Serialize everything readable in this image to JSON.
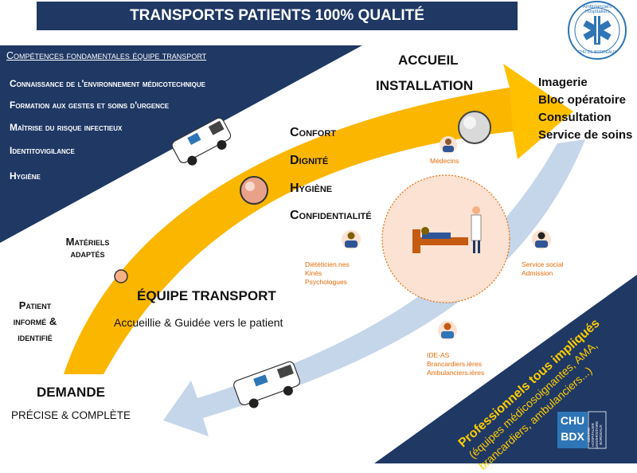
{
  "banner": {
    "title": "TRANSPORTS PATIENTS 100% QUALITÉ"
  },
  "competences": {
    "title": "Compétences fondamentales équipe transport",
    "items": [
      "Connaissance de l'environnement médicotechnique",
      "Formation aux gestes et soins d'urgence",
      "Maîtrise du risque infectieux",
      "Identitovigilance",
      "Hygiène"
    ]
  },
  "stages": {
    "accueil": "ACCUEIL",
    "installation": "INSTALLATION",
    "equipe": "ÉQUIPE TRANSPORT",
    "equipe_sub": "Accueillie & Guidée vers le patient",
    "demande": "DEMANDE",
    "demande_sub": "PRÉCISE & COMPLÈTE"
  },
  "values": [
    "Confort",
    "Dignité",
    "Hygiène",
    "Confidentialité"
  ],
  "destinations": [
    "Imagerie",
    "Bloc opératoire",
    "Consultation",
    "Service de soins"
  ],
  "left_labels": {
    "materiels": [
      "Matériels",
      "adaptés"
    ],
    "patient": [
      "Patient",
      "informé &",
      "identifié"
    ]
  },
  "staff": {
    "medecins": "Médecins",
    "dieteticien": [
      "Diététicien.nes",
      "Kinés",
      "Psychologues"
    ],
    "service_social": [
      "Service social",
      "Admission"
    ],
    "ide": [
      "IDE-AS",
      "Brancardiers.ières",
      "Ambulanciers.ières"
    ]
  },
  "professionnels": {
    "title": "Professionnels tous impliqués",
    "detail": "(équipes médicosoignantes, AMA, brancardiers, ambulanciers...)"
  },
  "logo": {
    "text": "Ambulanciers Hospitaliers",
    "sub": "CHU DE BORDEAUX"
  },
  "chu_logo": {
    "line1": "CHU",
    "line2": "BDX",
    "side": "CENTRE HOSPITALIER UNIVERSITAIRE BORDEAUX"
  },
  "colors": {
    "navy": "#1f3864",
    "arrow": "#ffc000",
    "arrow_dark": "#f4a300",
    "blue_arrow": "#c5d5ea",
    "orange": "#e46c0a",
    "circle": "#f8cbad"
  }
}
